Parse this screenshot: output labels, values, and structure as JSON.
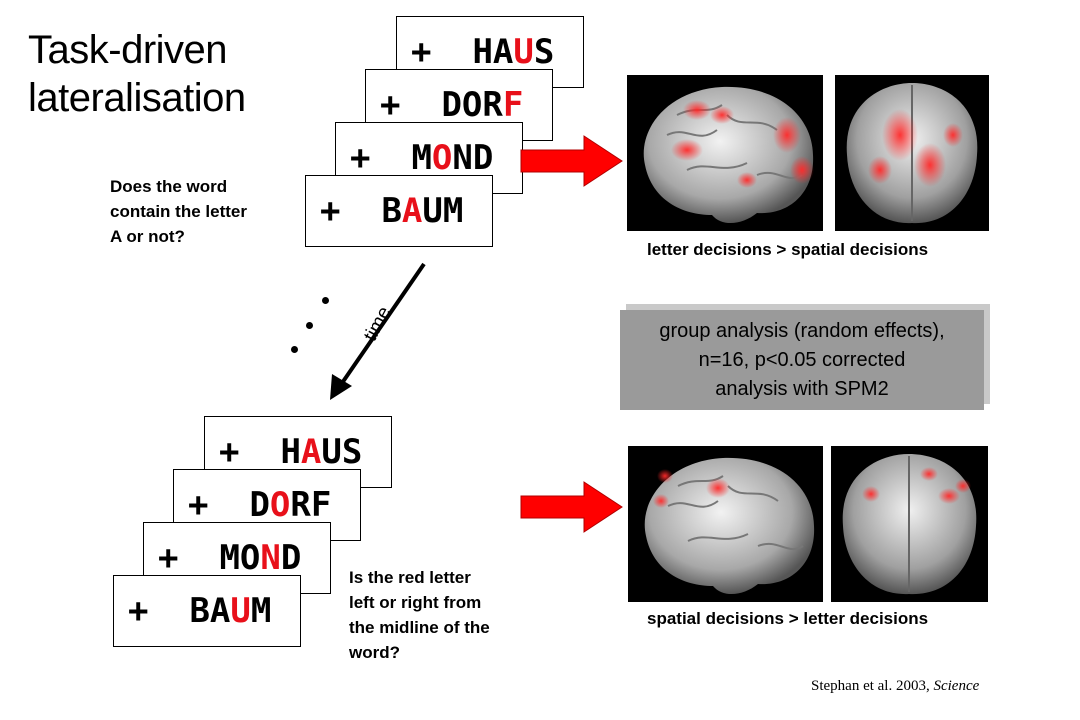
{
  "title": {
    "line1": "Task-driven",
    "line2": "lateralisation"
  },
  "letter_task": {
    "question": [
      "Does the word",
      "contain the letter",
      "A or not?"
    ],
    "cards": [
      {
        "plus": "+",
        "pre": "HA",
        "red": "U",
        "post": "S"
      },
      {
        "plus": "+",
        "pre": "DOR",
        "red": "F",
        "post": ""
      },
      {
        "plus": "+",
        "pre": "M",
        "red": "O",
        "post": "ND"
      },
      {
        "plus": "+",
        "pre": "B",
        "red": "A",
        "post": "UM"
      }
    ],
    "caption": "letter decisions > spatial decisions"
  },
  "spatial_task": {
    "question": [
      "Is the red letter",
      "left or right from",
      "the midline of the",
      "word?"
    ],
    "cards": [
      {
        "plus": "+",
        "pre": "H",
        "red": "A",
        "post": "US"
      },
      {
        "plus": "+",
        "pre": "D",
        "red": "O",
        "post": "RF"
      },
      {
        "plus": "+",
        "pre": "MO",
        "red": "N",
        "post": "D"
      },
      {
        "plus": "+",
        "pre": "BA",
        "red": "U",
        "post": "M"
      }
    ],
    "caption": "spatial decisions > letter decisions"
  },
  "time_label": "time",
  "analysis_note": [
    "group analysis (random effects),",
    "n=16, p<0.05 corrected",
    "analysis with SPM2"
  ],
  "reference": {
    "authors": "Stephan et al. 2003, ",
    "journal": "Science"
  },
  "colors": {
    "accent_red": "#e8101a",
    "arrow_red": "#ff0000",
    "note_bg": "#9a9a9a"
  }
}
